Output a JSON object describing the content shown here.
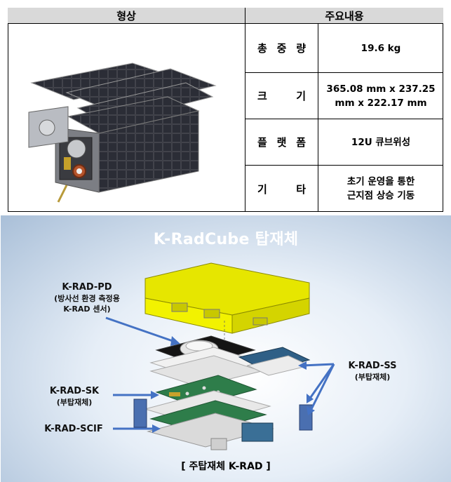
{
  "table": {
    "header_left": "형상",
    "header_right": "주요내용",
    "rows": [
      {
        "label": [
          "총",
          "중",
          "량"
        ],
        "value": [
          "19.6 kg"
        ]
      },
      {
        "label": [
          "크",
          "기"
        ],
        "value": [
          "365.08 mm x 237.25",
          "mm x 222.17 mm"
        ]
      },
      {
        "label": [
          "플",
          "랫",
          "폼"
        ],
        "value": [
          "12U 큐브위성"
        ]
      },
      {
        "label": [
          "기",
          "타"
        ],
        "value": [
          "초기 운영을 통한",
          "근지점 상승 기동"
        ]
      }
    ]
  },
  "payload": {
    "title": "K-RadCube 탑재체",
    "pd": {
      "name": "K-RAD-PD",
      "desc1": "(방사선 환경 측정용",
      "desc2": "K-RAD 센서)"
    },
    "sk": {
      "name": "K-RAD-SK",
      "desc": "(부탑재체)"
    },
    "scif": {
      "name": "K-RAD-SCIF"
    },
    "ss": {
      "name": "K-RAD-SS",
      "desc": "(부탑재체)"
    },
    "caption": "[ 주탑재체 K-RAD ]",
    "colors": {
      "arrow": "#4472c4",
      "housing": "#f2f200",
      "board": "#2e7d4a"
    }
  }
}
